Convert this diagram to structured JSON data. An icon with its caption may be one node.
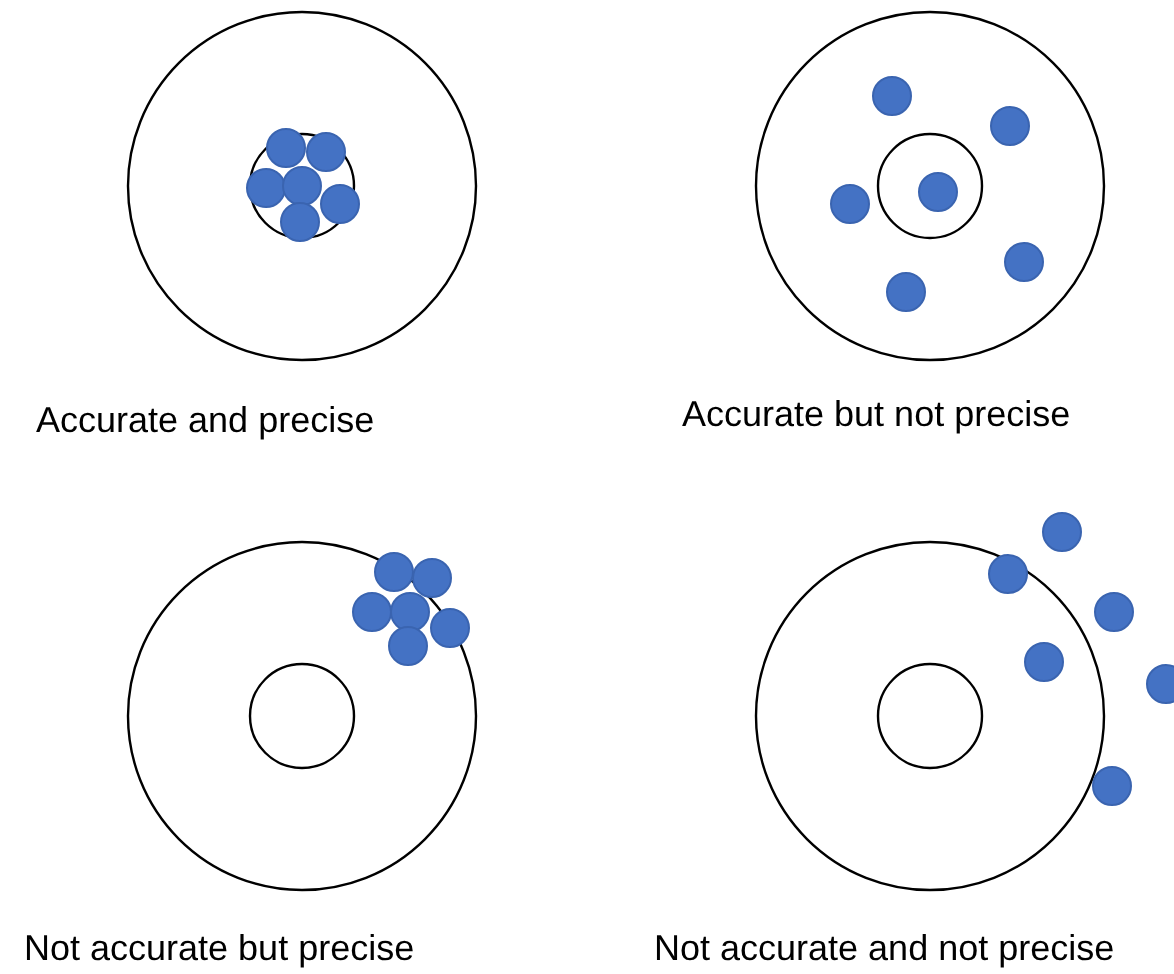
{
  "diagram": {
    "labels": [
      "Accurate and precise",
      "Accurate but not precise",
      "Not accurate but precise",
      "Not accurate and not precise"
    ]
  }
}
